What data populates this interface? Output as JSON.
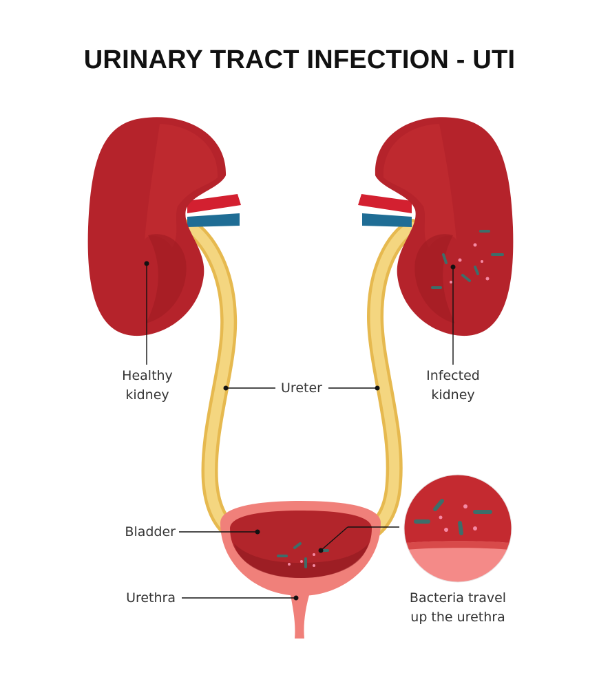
{
  "title": "URINARY TRACT INFECTION - UTI",
  "labels": {
    "healthy_kidney": [
      "Healthy",
      "kidney"
    ],
    "infected_kidney": [
      "Infected",
      "kidney"
    ],
    "ureter": "Ureter",
    "bladder": "Bladder",
    "urethra": "Urethra",
    "bacteria": [
      "Bacteria travel",
      "up the urethra"
    ]
  },
  "colors": {
    "kidney": "#b5232b",
    "kidney_dark": "#9a1b22",
    "artery": "#d32030",
    "vein": "#1f6d95",
    "ureter": "#f2d072",
    "ureter_edge": "#e6b94f",
    "bladder_outer": "#f0807a",
    "bladder_inner": "#b2252b",
    "bacteria": "#3d6e6a",
    "bacteria_dot": "#f48aa4"
  }
}
